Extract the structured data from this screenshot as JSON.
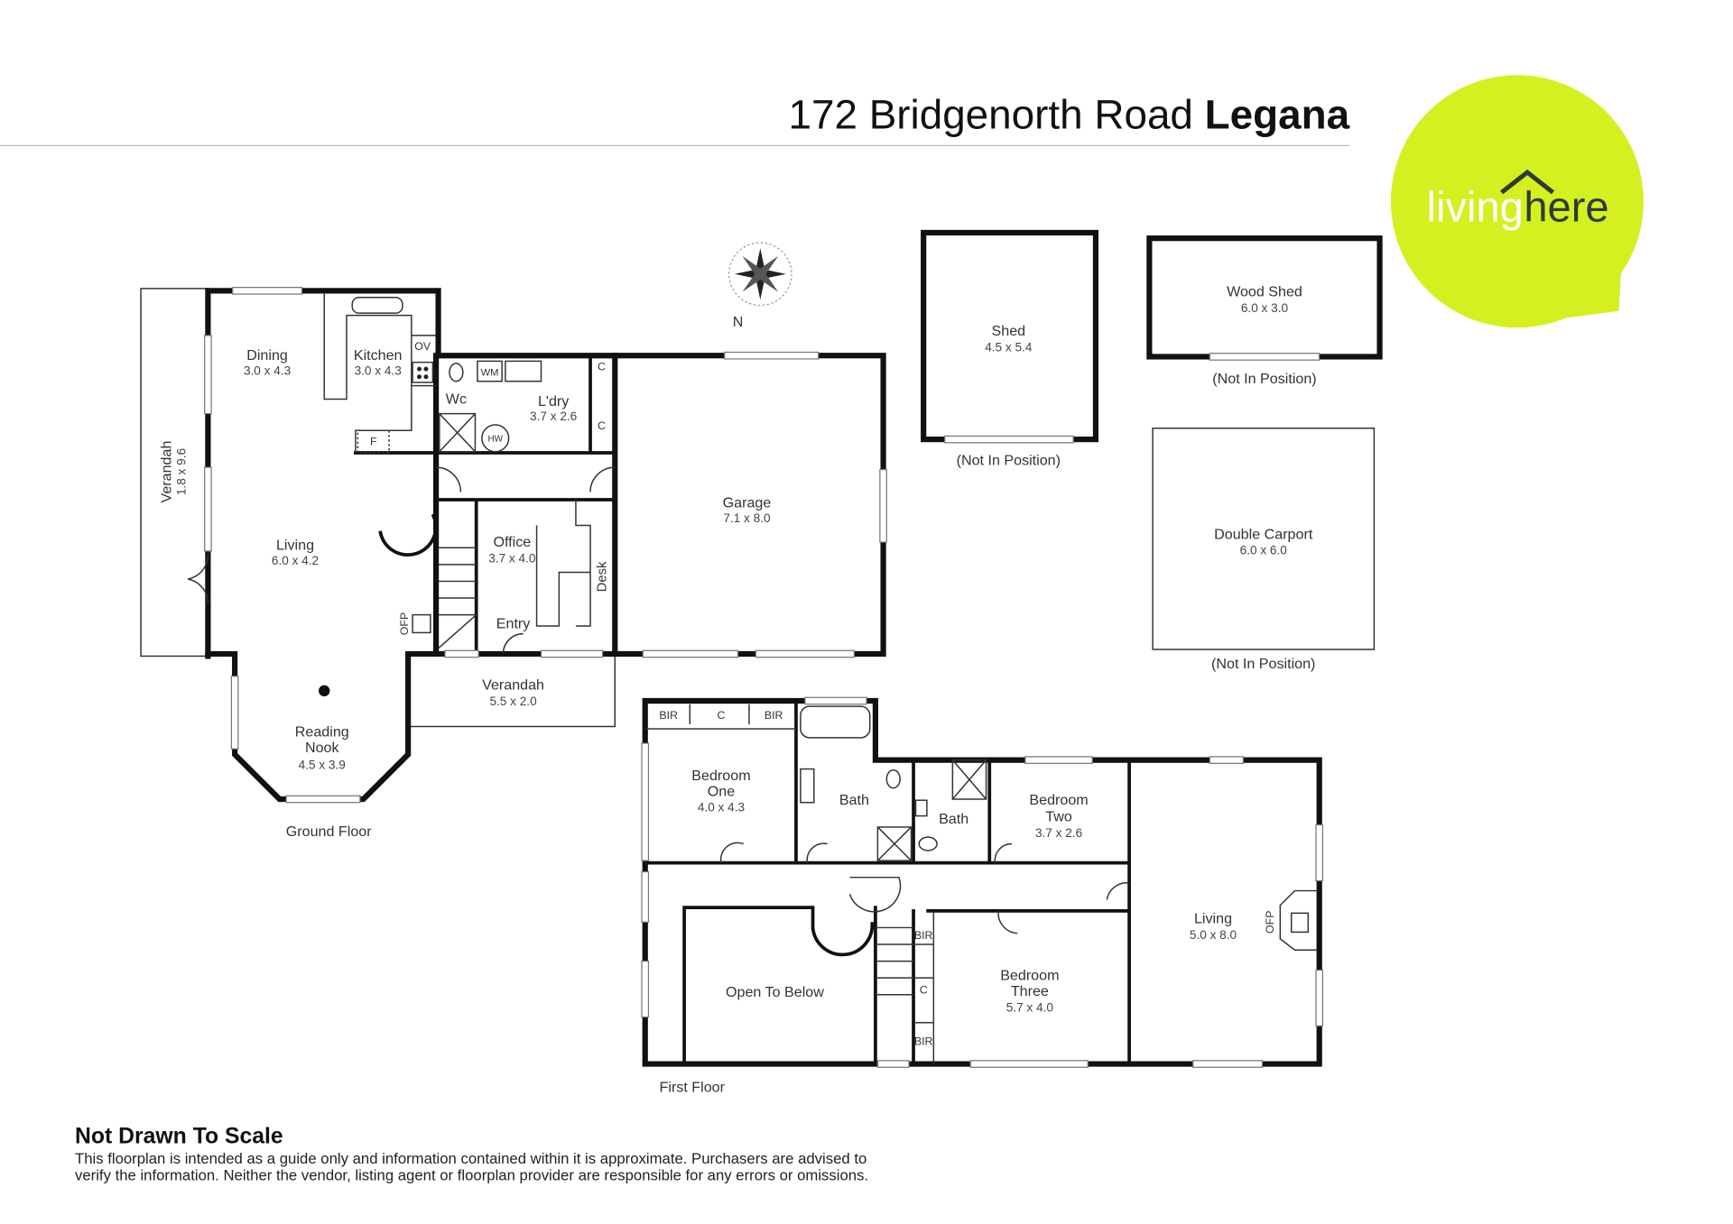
{
  "header": {
    "title_regular": "172 Bridgenorth Road",
    "title_bold": "Legana"
  },
  "logo": {
    "text_light": "living",
    "text_dark": "here",
    "color": "#d4f021",
    "dark": "#2f3b35"
  },
  "compass": {
    "label": "N"
  },
  "ground_floor": {
    "caption": "Ground Floor",
    "rooms": {
      "dining": {
        "name": "Dining",
        "size": "3.0 x 4.3"
      },
      "kitchen": {
        "name": "Kitchen",
        "size": "3.0 x 4.3"
      },
      "wc": {
        "name": "Wc"
      },
      "laundry": {
        "name": "L'dry",
        "size": "3.7 x 2.6"
      },
      "verandah_side": {
        "name": "Verandah",
        "size": "1.8 x 9.6"
      },
      "living": {
        "name": "Living",
        "size": "6.0 x 4.2"
      },
      "office": {
        "name": "Office",
        "size": "3.7 x 4.0"
      },
      "entry": {
        "name": "Entry"
      },
      "verandah_front": {
        "name": "Verandah",
        "size": "5.5 x 2.0"
      },
      "reading_nook": {
        "name1": "Reading",
        "name2": "Nook",
        "size": "4.5 x 3.9"
      },
      "garage": {
        "name": "Garage",
        "size": "7.1 x 8.0"
      }
    },
    "fixtures": {
      "ov": "OV",
      "wm": "WM",
      "hw": "HW",
      "f": "F",
      "c1": "C",
      "c2": "C",
      "desk": "Desk",
      "ofp": "OFP"
    }
  },
  "outbuildings": {
    "shed": {
      "name": "Shed",
      "size": "4.5 x 5.4",
      "note": "(Not In Position)"
    },
    "wood_shed": {
      "name": "Wood Shed",
      "size": "6.0 x 3.0",
      "note": "(Not In Position)"
    },
    "carport": {
      "name": "Double Carport",
      "size": "6.0 x 6.0",
      "note": "(Not In Position)"
    }
  },
  "first_floor": {
    "caption": "First Floor",
    "rooms": {
      "bedroom_one": {
        "name1": "Bedroom",
        "name2": "One",
        "size": "4.0 x 4.3"
      },
      "bath1": {
        "name": "Bath"
      },
      "bath2": {
        "name": "Bath"
      },
      "bedroom_two": {
        "name1": "Bedroom",
        "name2": "Two",
        "size": "3.7 x 2.6"
      },
      "living": {
        "name": "Living",
        "size": "5.0 x 8.0"
      },
      "bedroom_three": {
        "name1": "Bedroom",
        "name2": "Three",
        "size": "5.7 x 4.0"
      },
      "open_to_below": {
        "name": "Open To Below"
      }
    },
    "fixtures": {
      "bir1": "BIR",
      "c_top": "C",
      "bir2": "BIR",
      "bir3": "BIR",
      "c_mid": "C",
      "bir4": "BIR",
      "ofp": "OFP"
    }
  },
  "footer": {
    "heading": "Not Drawn To Scale",
    "line1": "This floorplan is intended as a guide only and information contained within it is approximate. Purchasers are advised to",
    "line2": "verify the information. Neither the vendor, listing agent or floorplan provider are responsible for any errors or omissions."
  }
}
